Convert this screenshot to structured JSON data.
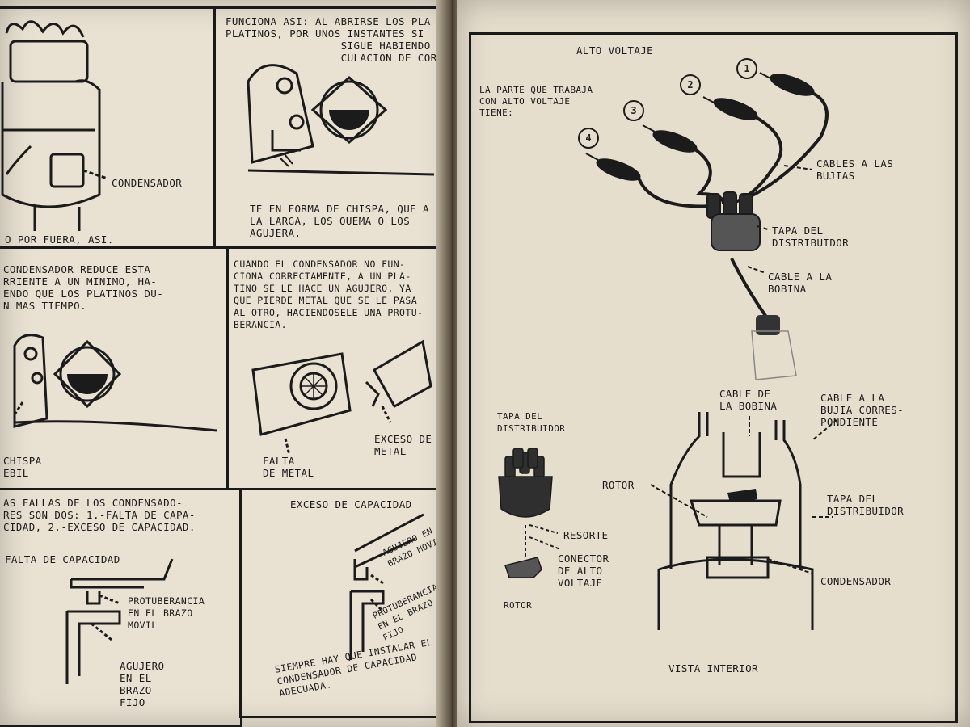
{
  "left_page": {
    "panel1": {
      "label": "CONDENSADOR",
      "caption": "O POR FUERA, ASI."
    },
    "panel2": {
      "text_top": "FUNCIONA ASI: AL ABRIRSE LOS PLA\nPLATINOS, POR UNOS INSTANTES SI\n                  SIGUE HABIENDO CIR-\n                  CULACION DE CORRIEN-",
      "text_bottom": "TE EN FORMA DE CHISPA, QUE A\nLA LARGA, LOS QUEMA O LOS\nAGUJERA."
    },
    "panel3": {
      "text": "CONDENSADOR REDUCE ESTA\nRRIENTE A UN MINIMO, HA-\nENDO QUE LOS PLATINOS DU-\nN MAS TIEMPO.",
      "label": "CHISPA\nEBIL"
    },
    "panel4": {
      "text": "CUANDO EL CONDENSADOR NO FUN-\nCIONA CORRECTAMENTE, A UN PLA-\nTINO SE LE HACE UN AGUJERO, YA\nQUE PIERDE METAL QUE SE LE PASA\nAL OTRO, HACIENDOSELE UNA PROTU-\nBERANCIA.",
      "label_falta": "FALTA\nDE METAL",
      "label_exceso": "EXCESO DE\nMETAL"
    },
    "panel5": {
      "text": "AS FALLAS DE LOS CONDENSADO-\nRES SON DOS: 1.-FALTA DE CAPA-\nCIDAD, 2.-EXCESO DE CAPACIDAD.",
      "subtitle": "FALTA DE CAPACIDAD",
      "label_protuberancia": "PROTUBERANCIA\nEN EL BRAZO\nMOVIL",
      "label_agujero": "AGUJERO\nEN EL\nBRAZO\nFIJO"
    },
    "panel6": {
      "title": "EXCESO DE CAPACIDAD",
      "label_agujero": "AGUJERO EN EL\nBRAZO MOVIL",
      "label_protuberancia": "PROTUBERANCIA\nEN EL BRAZO\nFIJO",
      "footer": "SIEMPRE HAY QUE INSTALAR EL\nCONDENSADOR DE CAPACIDAD\nADECUADA."
    }
  },
  "right_page": {
    "title": "ALTO VOLTAJE",
    "intro": "LA PARTE QUE TRABAJA\nCON ALTO VOLTAJE\nTIENE:",
    "plug_numbers": [
      "1",
      "2",
      "3",
      "4"
    ],
    "labels": {
      "cables_bujias": "CABLES A LAS\nBUJIAS",
      "tapa_distribuidor_top": "TAPA DEL\nDISTRIBUIDOR",
      "cable_bobina": "CABLE A LA\nBOBINA",
      "tapa_distribuidor_small": "TAPA DEL\nDISTRIBUIDOR",
      "resorte": "RESORTE",
      "conector": "CONECTOR\nDE ALTO\nVOLTAJE",
      "rotor_small": "ROTOR",
      "cable_de_bobina": "CABLE DE\nLA BOBINA",
      "cable_bujia_corr": "CABLE A LA\nBUJIA CORRES-\nPONDIENTE",
      "rotor": "ROTOR",
      "tapa_distribuidor_cut": "TAPA DEL\nDISTRIBUIDOR",
      "condensador": "CONDENSADOR",
      "vista_interior": "VISTA INTERIOR"
    }
  }
}
